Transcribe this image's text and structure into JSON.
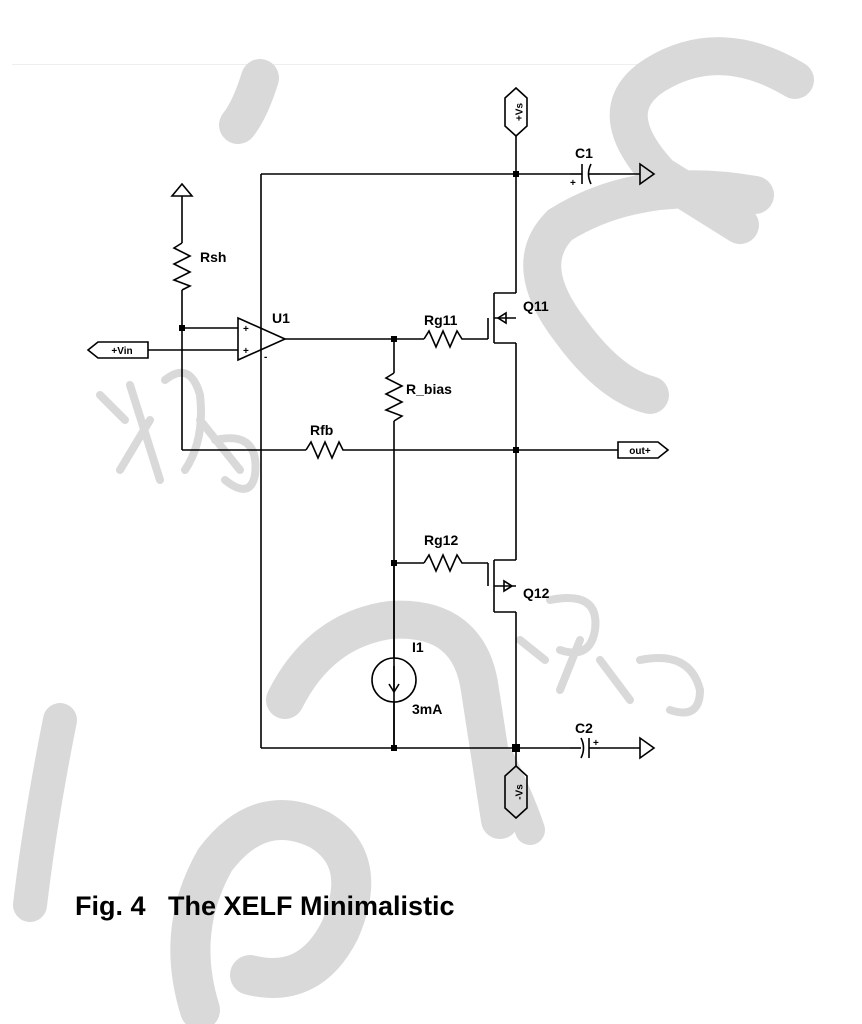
{
  "figure": {
    "caption_number": "Fig. 4",
    "caption_title": "The XELF Minimalistic"
  },
  "schematic": {
    "ports": {
      "vs_pos": "+Vs",
      "vs_neg": "-Vs",
      "vin": "+Vin",
      "out": "out+"
    },
    "components": {
      "u1": "U1",
      "rsh": "Rsh",
      "rfb": "Rfb",
      "rg11": "Rg11",
      "rg12": "Rg12",
      "r_bias": "R_bias",
      "q11": "Q11",
      "q12": "Q12",
      "c1": "C1",
      "c2": "C2",
      "i1": "I1",
      "i1_value": "3mA"
    },
    "pin_marks": {
      "plus": "+",
      "minus": "-"
    }
  },
  "colors": {
    "ink": "#000000",
    "watermark": "#d9d9d9",
    "background": "#ffffff"
  }
}
